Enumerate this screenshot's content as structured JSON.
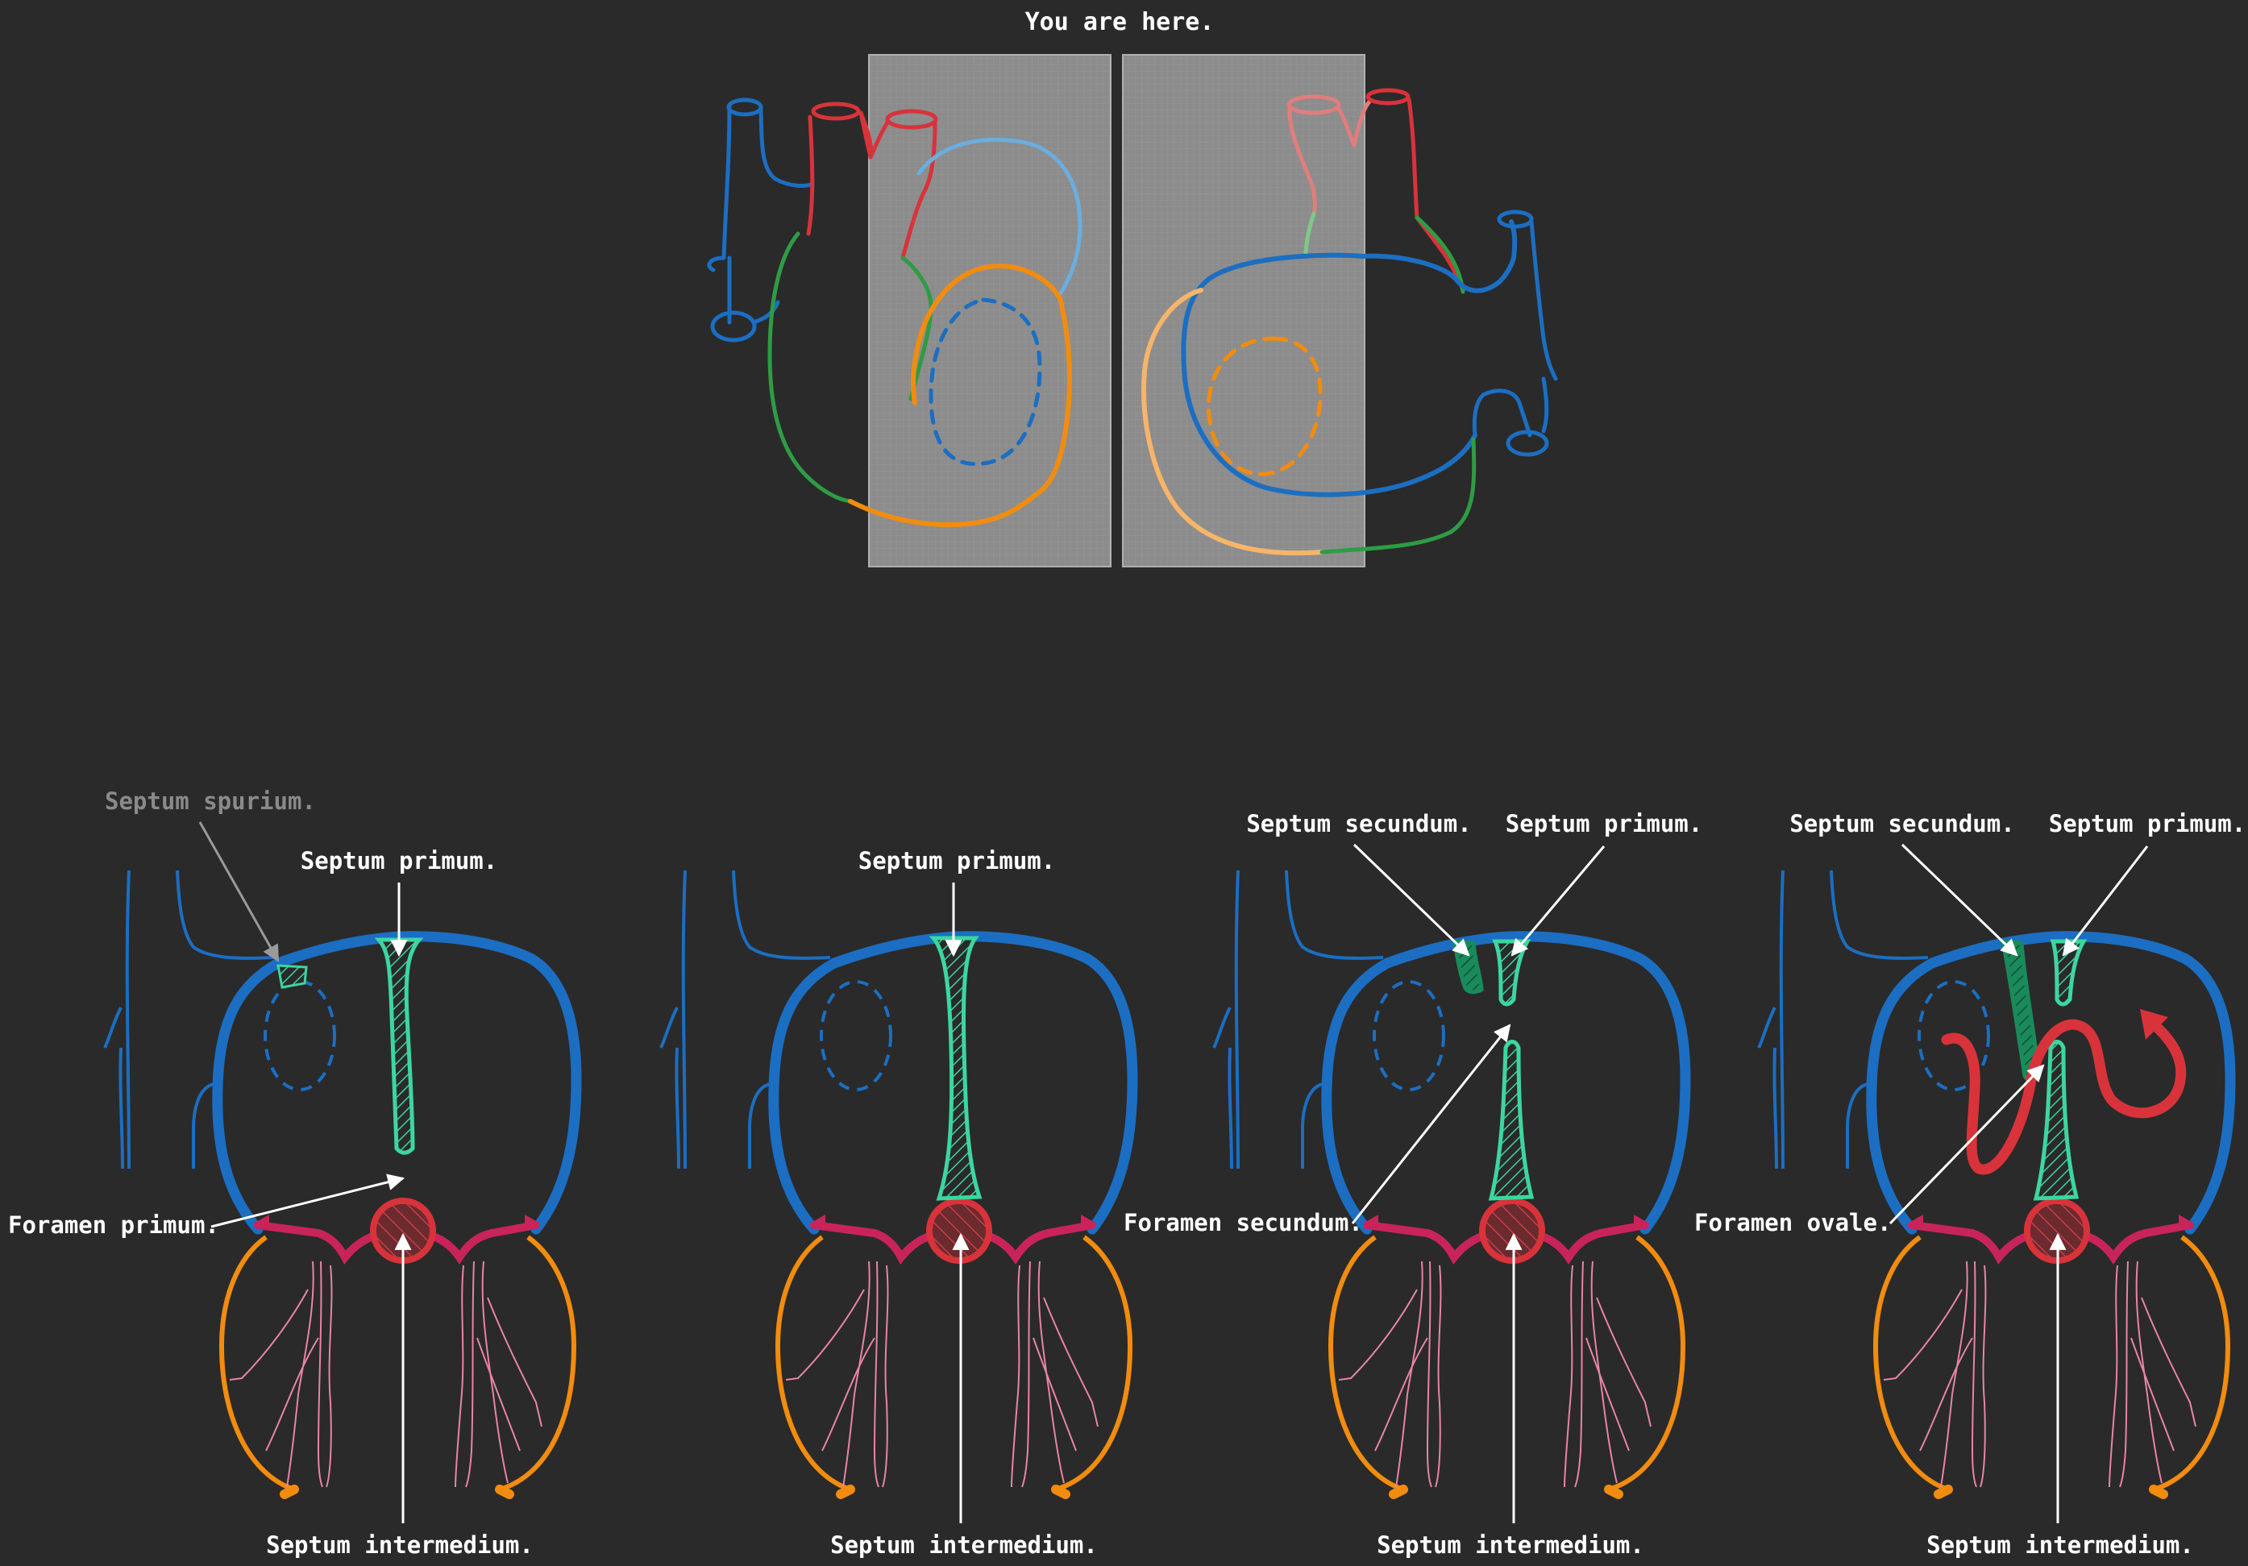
{
  "header": {
    "title": "You are here."
  },
  "colors": {
    "background": "#2a2a2a",
    "atrial_wall": "#1b6ec2",
    "vessel_light_blue": "#6aaee0",
    "aorta_red": "#d8333b",
    "pulmonary_pink": "#e27d7d",
    "septum_teal": "#3dd6a0",
    "septum_secundum_green": "#1a8a5a",
    "outflow_green": "#2e9c45",
    "ventricle_orange": "#f28c0f",
    "ventricle_light_orange": "#f6b56a",
    "av_cushion_magenta": "#c8245a",
    "septum_intermedium_red": "#d8333b",
    "chordae_pink": "#e884a8",
    "label_white": "#ffffff",
    "label_dim": "#8a8a8a",
    "highlight_panel": "#8c8c8c"
  },
  "panels": [
    {
      "id": "stage-1",
      "labels": {
        "spurium": "Septum spurium.",
        "primum": "Septum primum.",
        "foramen": "Foramen primum.",
        "intermedium": "Septum intermedium."
      }
    },
    {
      "id": "stage-2",
      "labels": {
        "primum": "Septum primum.",
        "intermedium": "Septum intermedium."
      }
    },
    {
      "id": "stage-3",
      "labels": {
        "secundum": "Septum secundum.",
        "primum": "Septum primum.",
        "foramen": "Foramen secundum.",
        "intermedium": "Septum intermedium."
      }
    },
    {
      "id": "stage-4",
      "labels": {
        "secundum": "Septum secundum.",
        "primum": "Septum primum.",
        "foramen": "Foramen ovale.",
        "intermedium": "Septum intermedium."
      }
    }
  ]
}
